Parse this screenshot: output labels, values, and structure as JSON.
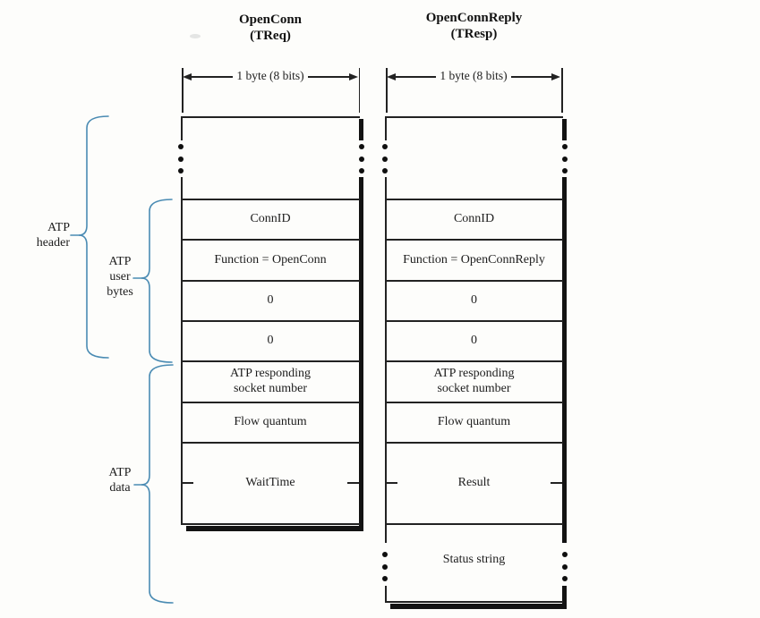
{
  "titles": {
    "left": {
      "name": "OpenConn",
      "type": "(TReq)"
    },
    "right": {
      "name": "OpenConnReply",
      "type": "(TResp)"
    }
  },
  "measure": {
    "left": "1 byte (8 bits)",
    "right": "1 byte (8 bits)"
  },
  "side_labels": {
    "header": [
      "ATP",
      "header"
    ],
    "user_bytes": [
      "ATP",
      "user",
      "bytes"
    ],
    "data": [
      "ATP",
      "data"
    ]
  },
  "left_box": {
    "connid": "ConnID",
    "function": "Function = OpenConn",
    "zero1": "0",
    "zero2": "0",
    "socket_line1": "ATP responding",
    "socket_line2": "socket number",
    "flow": "Flow quantum",
    "variable": "WaitTime"
  },
  "right_box": {
    "connid": "ConnID",
    "function": "Function = OpenConnReply",
    "zero1": "0",
    "zero2": "0",
    "socket_line1": "ATP responding",
    "socket_line2": "socket number",
    "flow": "Flow quantum",
    "variable": "Result",
    "status": "Status string"
  },
  "colors": {
    "brace": "#4a8bb3",
    "line": "#222222",
    "shadow": "#131313"
  }
}
